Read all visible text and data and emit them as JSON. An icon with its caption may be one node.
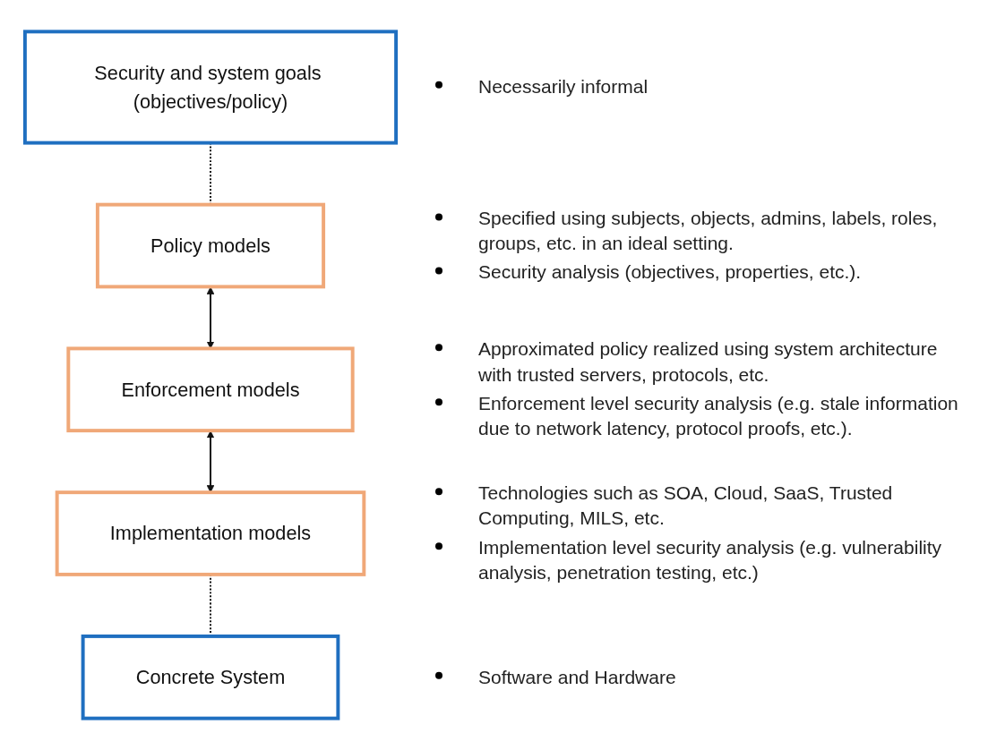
{
  "diagram": {
    "nodes": [
      {
        "text": [
          "Security and system goals (objectives/policy)"
        ]
      },
      {
        "text": [
          "Policy models"
        ]
      },
      {
        "text": [
          "Enforcement models"
        ]
      },
      {
        "text": [
          "Implementation models"
        ]
      },
      {
        "text": [
          "Concrete System"
        ]
      }
    ],
    "edges": [
      {
        "from": 0,
        "to": 1,
        "arrow": "none",
        "style": "dashed"
      },
      {
        "from": 1,
        "to": 2,
        "arrow": "both"
      },
      {
        "from": 2,
        "to": 3,
        "arrow": "both"
      },
      {
        "from": 3,
        "to": 4,
        "arrow": "none",
        "style": "dashed"
      }
    ],
    "labels": [
      "Necessarily informal",
      "Specified using subjects, objects, admins, labels, roles, groups, etc. in an ideal setting.",
      "Security analysis (objectives, properties, etc.).",
      "Approximated policy realized using system architecture with trusted servers, protocols, etc.",
      "Enforcement level security analysis (e.g. stale information due to network latency, protocol proofs, etc.).",
      "Technologies such as SOA, Cloud, SaaS, Trusted Computing, MILS, etc.",
      "Implementation level security analysis (e.g. vulnerability analysis, penetration testing, etc.)",
      "Software and Hardware"
    ]
  }
}
